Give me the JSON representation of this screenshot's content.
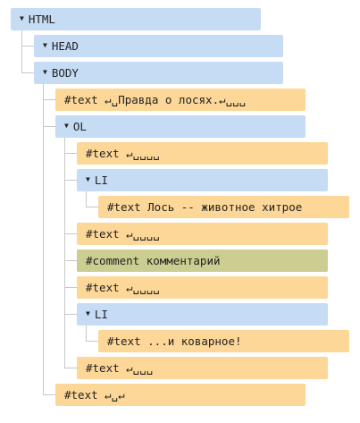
{
  "tree": {
    "html": {
      "label": "HTML",
      "arrow": "▼"
    },
    "head": {
      "label": "HEAD",
      "arrow": "▼"
    },
    "body": {
      "label": "BODY",
      "arrow": "▼"
    },
    "body_text_1": {
      "label": "#text ↵␣Правда о лосях.↵␣␣␣"
    },
    "ol": {
      "label": "OL",
      "arrow": "▼"
    },
    "ol_text_1": {
      "label": "#text ↵␣␣␣␣"
    },
    "li_1": {
      "label": "LI",
      "arrow": "▼"
    },
    "li_1_text": {
      "label": "#text Лось -- животное хитрое"
    },
    "ol_text_2": {
      "label": "#text ↵␣␣␣␣"
    },
    "comment": {
      "label": "#comment комментарий"
    },
    "ol_text_3": {
      "label": "#text ↵␣␣␣␣"
    },
    "li_2": {
      "label": "LI",
      "arrow": "▼"
    },
    "li_2_text": {
      "label": "#text ...и коварное!"
    },
    "ol_text_4": {
      "label": "#text ↵␣␣␣"
    },
    "body_text_2": {
      "label": "#text ↵␣↵"
    }
  },
  "colors": {
    "element": "#c6dcf4",
    "text": "#fdd797",
    "comment": "#cccd90",
    "connector": "#c7c7c7"
  }
}
